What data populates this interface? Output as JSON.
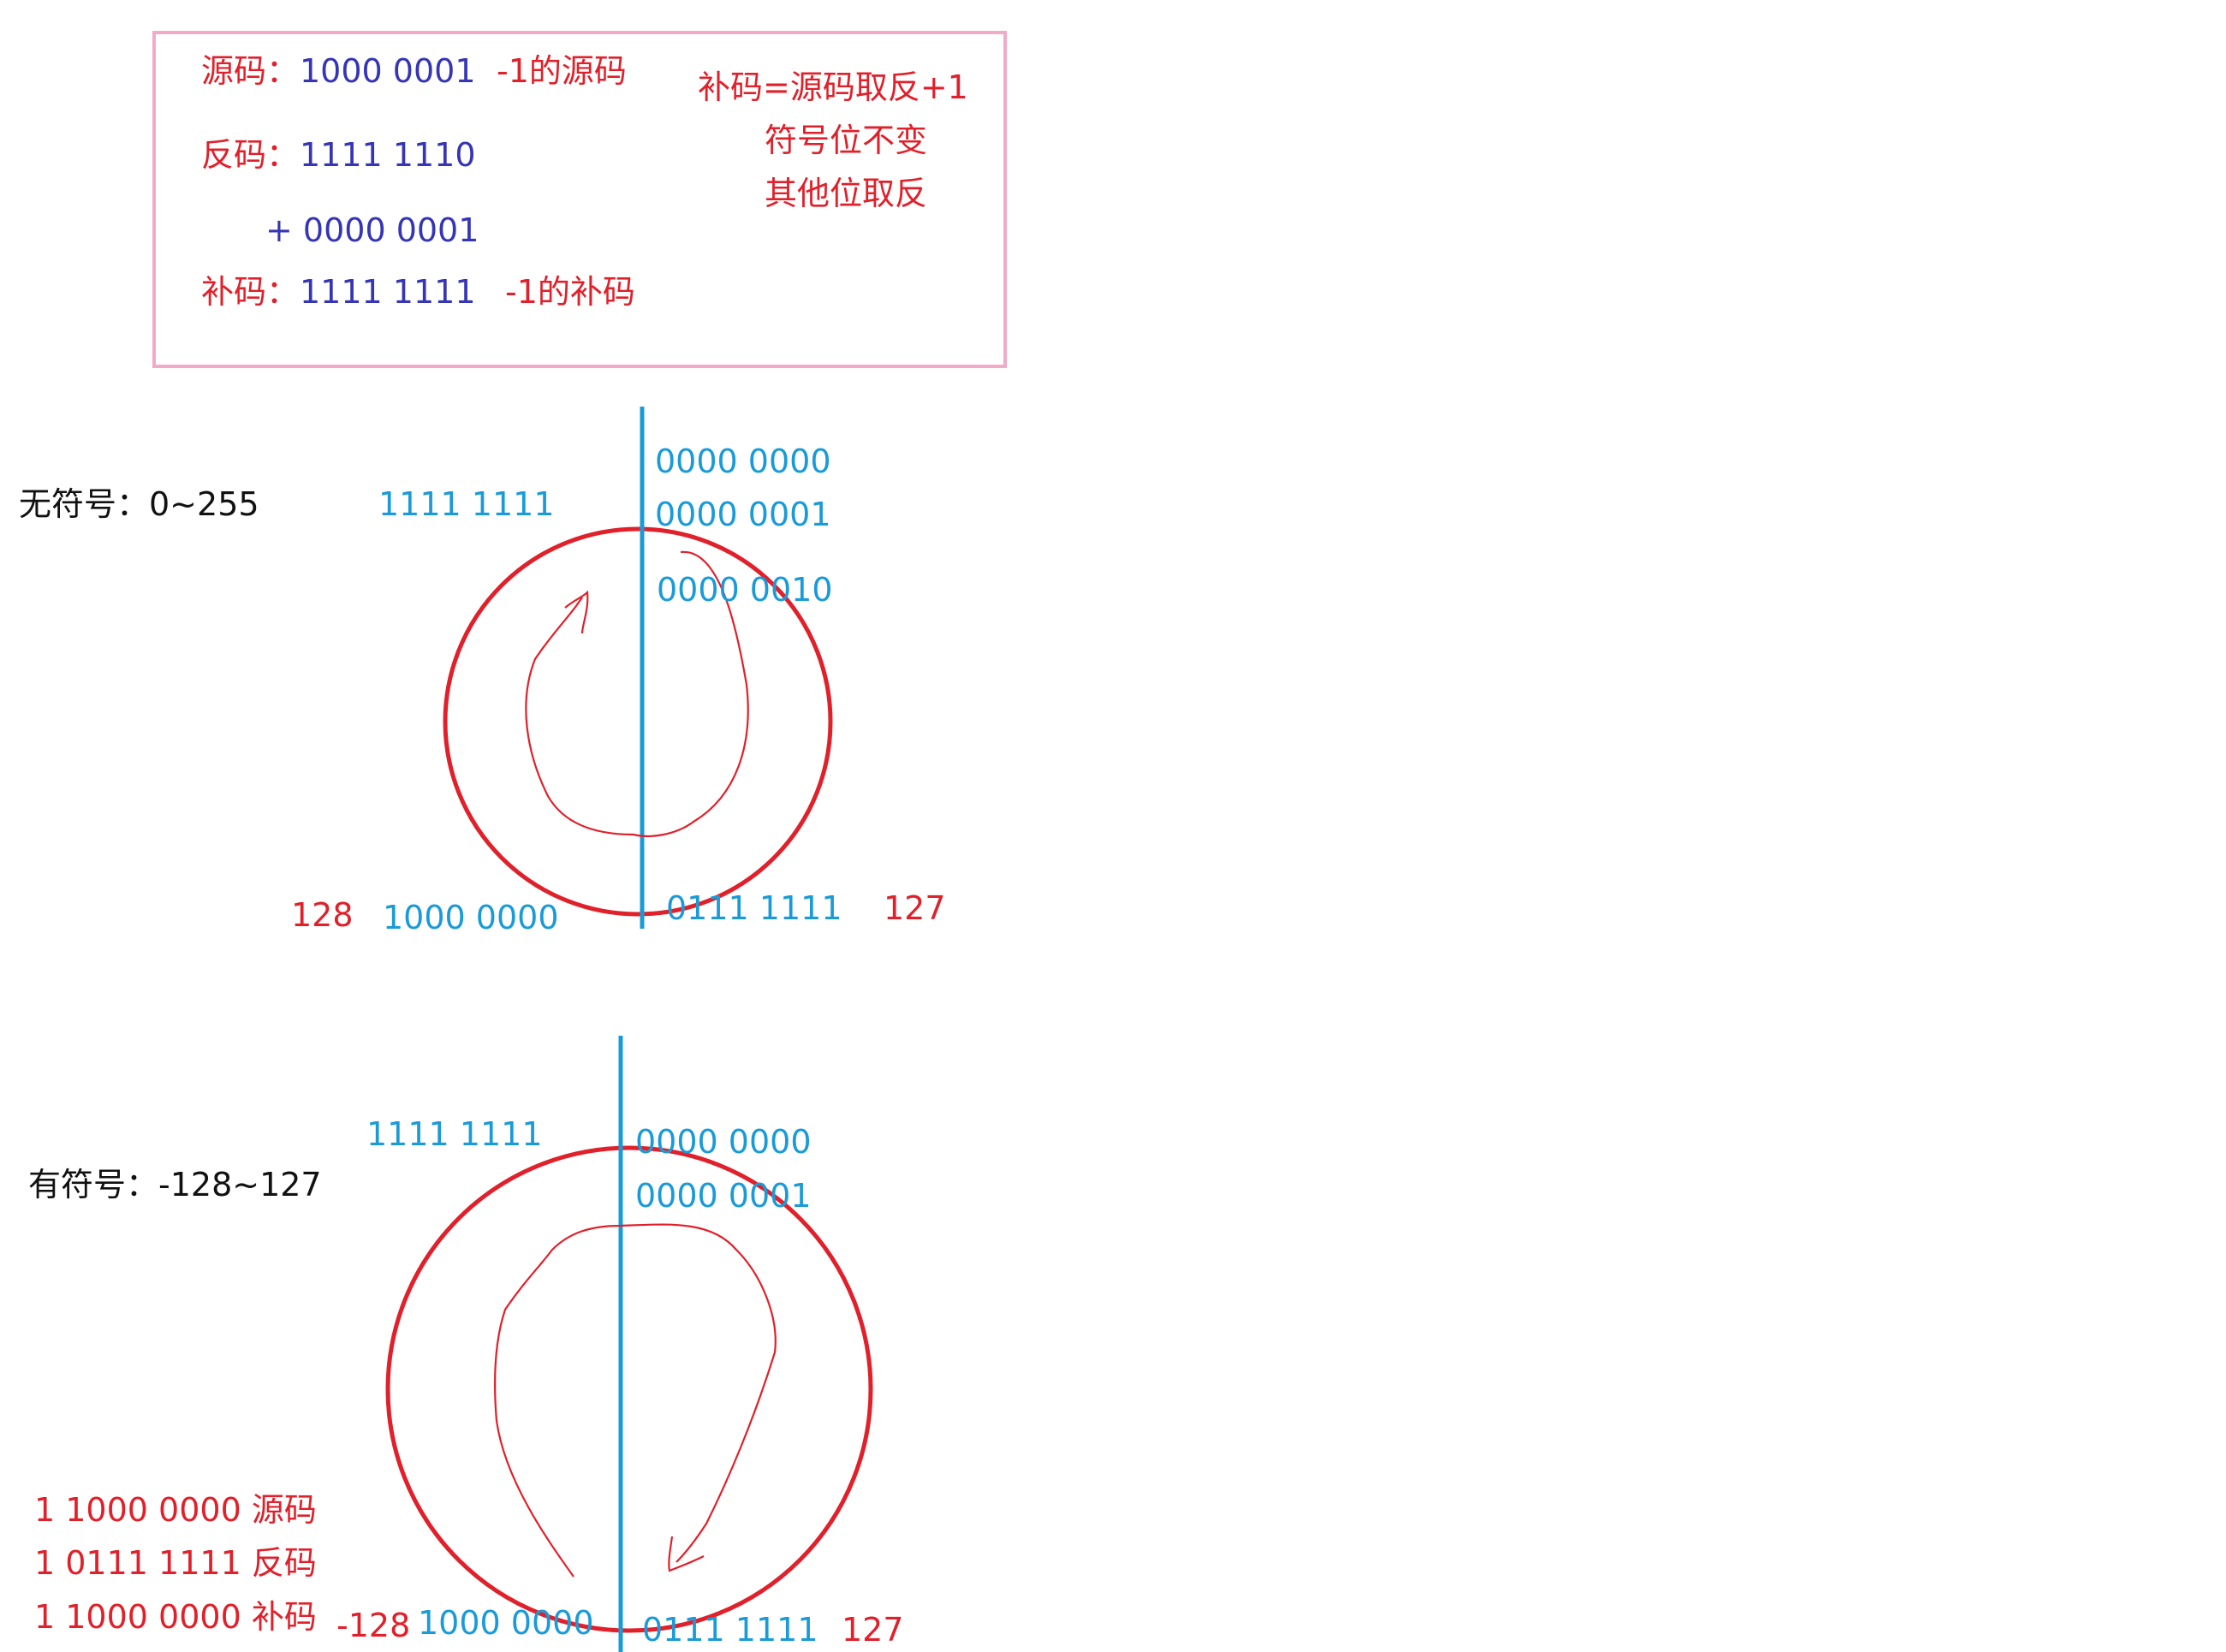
{
  "colors": {
    "box_border": "#f3a9c8",
    "circle": "#e0202a",
    "axis": "#1a9bd8",
    "red_text": "#e0202a",
    "navy_text": "#3535b5",
    "blue_text": "#1a9bd8"
  },
  "box": {
    "source_label": "源码：",
    "source_value": "1000 0001",
    "source_note": "-1的源码",
    "ones_label": "反码：",
    "ones_value": "1111 1110",
    "plus_row": "+ 0000  0001",
    "twos_label": "补码：",
    "twos_value": "1111  1111",
    "twos_note": "-1的补码",
    "rule_line1": "补码=源码取反+1",
    "rule_line2": "符号位不变",
    "rule_line3": "其他位取反"
  },
  "unsigned": {
    "title": "无符号：0~255",
    "top_right_1": "0000 0000",
    "top_right_2": "0000 0001",
    "top_right_3": "0000 0010",
    "top_left": "1111 1111",
    "bottom_left_num": "128",
    "bottom_left_bin": "1000 0000",
    "bottom_right_bin": "0111 1111",
    "bottom_right_num": "127"
  },
  "signed": {
    "title": "有符号：-128~127",
    "top_left": "1111 1111",
    "top_right_1": "0000  0000",
    "top_right_2": "0000  0001",
    "notes": [
      "1 1000 0000 源码",
      "1 0111 1111 反码",
      "1 1000 0000 补码"
    ],
    "bottom_left_num": "-128",
    "bottom_left_bin": "1000 0000",
    "bottom_right_bin": "0111 1111",
    "bottom_right_num": "127"
  }
}
